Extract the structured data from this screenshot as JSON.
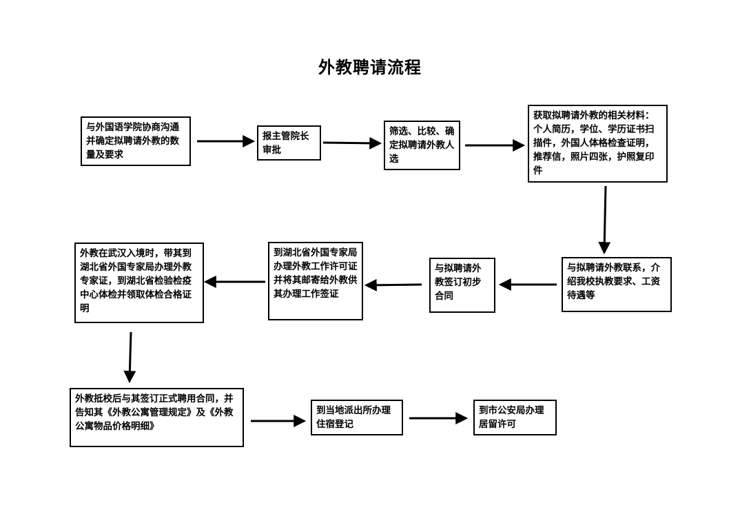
{
  "title": "外教聘请流程",
  "steps": [
    {
      "id": "step-1",
      "text": "与外国语学院协商沟通并确定拟聘请外教的数量及要求"
    },
    {
      "id": "step-2",
      "text": "报主管院长审批"
    },
    {
      "id": "step-3",
      "text": "筛选、比较、确定拟聘请外教人选"
    },
    {
      "id": "step-4",
      "text": "获取拟聘请外教的相关材料：个人简历，学位、学历证书扫描件，外国人体格检查证明，推荐信，照片四张，护照复印件"
    },
    {
      "id": "step-5",
      "text": "与拟聘请外教联系，介绍我校执教要求、工资待遇等"
    },
    {
      "id": "step-6",
      "text": "与拟聘请外教签订初步合同"
    },
    {
      "id": "step-7",
      "text": "到湖北省外国专家局办理外教工作许可证并将其邮寄给外教供其办理工作签证"
    },
    {
      "id": "step-8",
      "text": "外教在武汉入境时，带其到湖北省外国专家局办理外教专家证，到湖北省检验检疫中心体检并领取体检合格证明"
    },
    {
      "id": "step-9",
      "text": "外教抵校后与其签订正式聘用合同，并告知其《外教公寓管理规定》及《外教公寓物品价格明细》"
    },
    {
      "id": "step-10",
      "text": "到当地派出所办理住宿登记"
    },
    {
      "id": "step-11",
      "text": "到市公安局办理居留许可"
    }
  ]
}
